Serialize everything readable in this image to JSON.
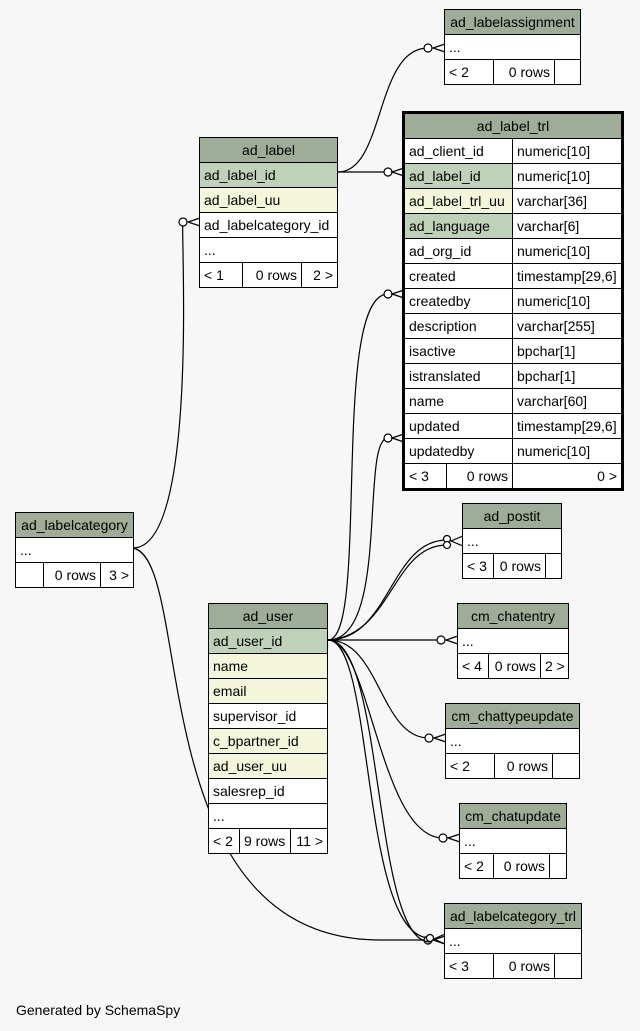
{
  "footer": "Generated by SchemaSpy",
  "tables": {
    "ad_labelassignment": {
      "name": "ad_labelassignment",
      "ellipsis": "...",
      "prev": "< 2",
      "rows": "0 rows",
      "next": ""
    },
    "ad_label": {
      "name": "ad_label",
      "columns": [
        "ad_label_id",
        "ad_label_uu",
        "ad_labelcategory_id"
      ],
      "ellipsis": "...",
      "prev": "< 1",
      "rows": "0 rows",
      "next": "2 >"
    },
    "ad_label_trl": {
      "name": "ad_label_trl",
      "columns": [
        {
          "name": "ad_client_id",
          "type": "numeric[10]"
        },
        {
          "name": "ad_label_id",
          "type": "numeric[10]"
        },
        {
          "name": "ad_label_trl_uu",
          "type": "varchar[36]"
        },
        {
          "name": "ad_language",
          "type": "varchar[6]"
        },
        {
          "name": "ad_org_id",
          "type": "numeric[10]"
        },
        {
          "name": "created",
          "type": "timestamp[29,6]"
        },
        {
          "name": "createdby",
          "type": "numeric[10]"
        },
        {
          "name": "description",
          "type": "varchar[255]"
        },
        {
          "name": "isactive",
          "type": "bpchar[1]"
        },
        {
          "name": "istranslated",
          "type": "bpchar[1]"
        },
        {
          "name": "name",
          "type": "varchar[60]"
        },
        {
          "name": "updated",
          "type": "timestamp[29,6]"
        },
        {
          "name": "updatedby",
          "type": "numeric[10]"
        }
      ],
      "prev": "< 3",
      "rows": "0 rows",
      "next": "0 >"
    },
    "ad_labelcategory": {
      "name": "ad_labelcategory",
      "ellipsis": "...",
      "prev": "",
      "rows": "0 rows",
      "next": "3 >"
    },
    "ad_postit": {
      "name": "ad_postit",
      "ellipsis": "...",
      "prev": "< 3",
      "rows": "0 rows",
      "next": ""
    },
    "cm_chatentry": {
      "name": "cm_chatentry",
      "ellipsis": "...",
      "prev": "< 4",
      "rows": "0 rows",
      "next": "2 >"
    },
    "ad_user": {
      "name": "ad_user",
      "columns": [
        "ad_user_id",
        "name",
        "email",
        "supervisor_id",
        "c_bpartner_id",
        "ad_user_uu",
        "salesrep_id"
      ],
      "ellipsis": "...",
      "prev": "< 2",
      "rows": "9 rows",
      "next": "11 >"
    },
    "cm_chattypeupdate": {
      "name": "cm_chattypeupdate",
      "ellipsis": "...",
      "prev": "< 2",
      "rows": "0 rows",
      "next": ""
    },
    "cm_chatupdate": {
      "name": "cm_chatupdate",
      "ellipsis": "...",
      "prev": "< 2",
      "rows": "0 rows",
      "next": ""
    },
    "ad_labelcategory_trl": {
      "name": "ad_labelcategory_trl",
      "ellipsis": "...",
      "prev": "< 3",
      "rows": "0 rows",
      "next": ""
    }
  }
}
